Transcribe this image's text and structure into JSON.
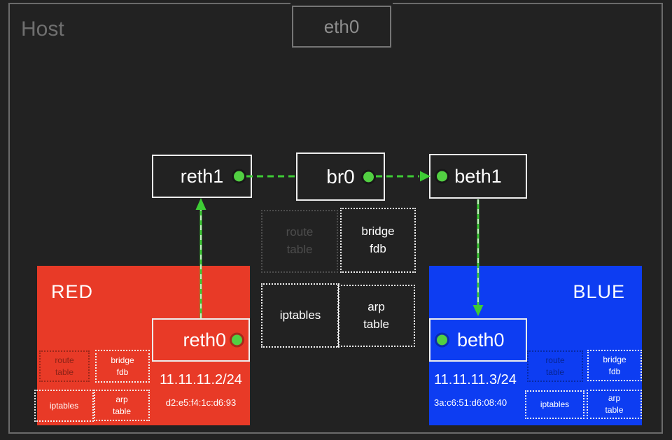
{
  "host": {
    "label": "Host"
  },
  "eth0": {
    "label": "eth0"
  },
  "bridge": {
    "reth1": "reth1",
    "br0": "br0",
    "beth1": "beth1"
  },
  "host_tables": {
    "route": "route\ntable",
    "bridge_fdb": "bridge\nfdb",
    "iptables": "iptables",
    "arp": "arp\ntable"
  },
  "red": {
    "name": "RED",
    "iface": "reth0",
    "ip": "11.11.11.2/24",
    "mac": "d2:e5:f4:1c:d6:93",
    "tables": {
      "route": "route\ntable",
      "bridge_fdb": "bridge\nfdb",
      "iptables": "iptables",
      "arp": "arp\ntable"
    }
  },
  "blue": {
    "name": "BLUE",
    "iface": "beth0",
    "ip": "11.11.11.3/24",
    "mac": "3a:c6:51:d6:08:40",
    "tables": {
      "route": "route\ntable",
      "bridge_fdb": "bridge\nfdb",
      "iptables": "iptables",
      "arp": "arp\ntable"
    }
  },
  "colors": {
    "background": "#222222",
    "red_namespace": "#e83a27",
    "blue_namespace": "#0d3df2",
    "arrow_green": "#3ecc35",
    "dot_green": "#52cf42",
    "box_border_white": "#ededed",
    "host_border_gray": "#6b6b6b"
  }
}
